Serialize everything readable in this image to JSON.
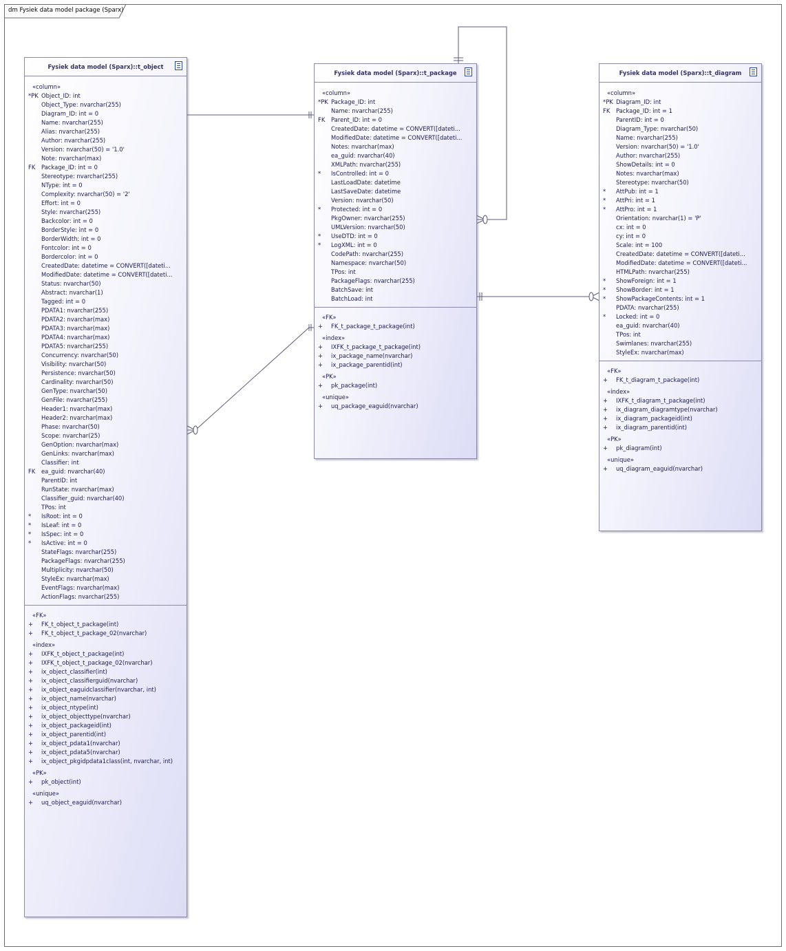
{
  "frame": {
    "title": "dm Fysiek data model package (Sparx)"
  },
  "tables": {
    "t_object": {
      "title": "Fysiek data model (Sparx)::t_object",
      "column_stereotype": "«column»",
      "columns": [
        {
          "m": "*PK",
          "t": "Object_ID: int"
        },
        {
          "m": "",
          "t": "Object_Type: nvarchar(255)"
        },
        {
          "m": "",
          "t": "Diagram_ID: int = 0"
        },
        {
          "m": "",
          "t": "Name: nvarchar(255)"
        },
        {
          "m": "",
          "t": "Alias: nvarchar(255)"
        },
        {
          "m": "",
          "t": "Author: nvarchar(255)"
        },
        {
          "m": "",
          "t": "Version: nvarchar(50) = '1.0'"
        },
        {
          "m": "",
          "t": "Note: nvarchar(max)"
        },
        {
          "m": "FK",
          "t": "Package_ID: int = 0"
        },
        {
          "m": "",
          "t": "Stereotype: nvarchar(255)"
        },
        {
          "m": "",
          "t": "NType: int = 0"
        },
        {
          "m": "",
          "t": "Complexity: nvarchar(50) = '2'"
        },
        {
          "m": "",
          "t": "Effort: int = 0"
        },
        {
          "m": "",
          "t": "Style: nvarchar(255)"
        },
        {
          "m": "",
          "t": "Backcolor: int = 0"
        },
        {
          "m": "",
          "t": "BorderStyle: int = 0"
        },
        {
          "m": "",
          "t": "BorderWidth: int = 0"
        },
        {
          "m": "",
          "t": "Fontcolor: int = 0"
        },
        {
          "m": "",
          "t": "Bordercolor: int = 0"
        },
        {
          "m": "",
          "t": "CreatedDate: datetime = CONVERT([dateti..."
        },
        {
          "m": "",
          "t": "ModifiedDate: datetime = CONVERT([dateti..."
        },
        {
          "m": "",
          "t": "Status: nvarchar(50)"
        },
        {
          "m": "",
          "t": "Abstract: nvarchar(1)"
        },
        {
          "m": "",
          "t": "Tagged: int = 0"
        },
        {
          "m": "",
          "t": "PDATA1: nvarchar(255)"
        },
        {
          "m": "",
          "t": "PDATA2: nvarchar(max)"
        },
        {
          "m": "",
          "t": "PDATA3: nvarchar(max)"
        },
        {
          "m": "",
          "t": "PDATA4: nvarchar(max)"
        },
        {
          "m": "",
          "t": "PDATA5: nvarchar(255)"
        },
        {
          "m": "",
          "t": "Concurrency: nvarchar(50)"
        },
        {
          "m": "",
          "t": "Visibility: nvarchar(50)"
        },
        {
          "m": "",
          "t": "Persistence: nvarchar(50)"
        },
        {
          "m": "",
          "t": "Cardinality: nvarchar(50)"
        },
        {
          "m": "",
          "t": "GenType: nvarchar(50)"
        },
        {
          "m": "",
          "t": "GenFile: nvarchar(255)"
        },
        {
          "m": "",
          "t": "Header1: nvarchar(max)"
        },
        {
          "m": "",
          "t": "Header2: nvarchar(max)"
        },
        {
          "m": "",
          "t": "Phase: nvarchar(50)"
        },
        {
          "m": "",
          "t": "Scope: nvarchar(25)"
        },
        {
          "m": "",
          "t": "GenOption: nvarchar(max)"
        },
        {
          "m": "",
          "t": "GenLinks: nvarchar(max)"
        },
        {
          "m": "",
          "t": "Classifier: int"
        },
        {
          "m": "FK",
          "t": "ea_guid: nvarchar(40)"
        },
        {
          "m": "",
          "t": "ParentID: int"
        },
        {
          "m": "",
          "t": "RunState: nvarchar(max)"
        },
        {
          "m": "",
          "t": "Classifier_guid: nvarchar(40)"
        },
        {
          "m": "",
          "t": "TPos: int"
        },
        {
          "m": "*",
          "t": "IsRoot: int = 0"
        },
        {
          "m": "*",
          "t": "IsLeaf: int = 0"
        },
        {
          "m": "*",
          "t": "IsSpec: int = 0"
        },
        {
          "m": "*",
          "t": "IsActive: int = 0"
        },
        {
          "m": "",
          "t": "StateFlags: nvarchar(255)"
        },
        {
          "m": "",
          "t": "PackageFlags: nvarchar(255)"
        },
        {
          "m": "",
          "t": "Multiplicity: nvarchar(50)"
        },
        {
          "m": "",
          "t": "StyleEx: nvarchar(max)"
        },
        {
          "m": "",
          "t": "EventFlags: nvarchar(max)"
        },
        {
          "m": "",
          "t": "ActionFlags: nvarchar(255)"
        }
      ],
      "operation_groups": [
        {
          "stereotype": "«FK»",
          "items": [
            "FK_t_object_t_package(int)",
            "FK_t_object_t_package_02(nvarchar)"
          ]
        },
        {
          "stereotype": "«index»",
          "items": [
            "IXFK_t_object_t_package(int)",
            "IXFK_t_object_t_package_02(nvarchar)",
            "ix_object_classifier(int)",
            "ix_object_classifierguid(nvarchar)",
            "ix_object_eaguidclassifier(nvarchar, int)",
            "ix_object_name(nvarchar)",
            "ix_object_ntype(int)",
            "ix_object_objecttype(nvarchar)",
            "ix_object_packageid(int)",
            "ix_object_parentid(int)",
            "ix_object_pdata1(nvarchar)",
            "ix_object_pdata5(nvarchar)",
            "ix_object_pkgidpdata1class(int, nvarchar, int)"
          ]
        },
        {
          "stereotype": "«PK»",
          "items": [
            "pk_object(int)"
          ]
        },
        {
          "stereotype": "«unique»",
          "items": [
            "uq_object_eaguid(nvarchar)"
          ]
        }
      ]
    },
    "t_package": {
      "title": "Fysiek data model (Sparx)::t_package",
      "column_stereotype": "«column»",
      "columns": [
        {
          "m": "*PK",
          "t": "Package_ID: int"
        },
        {
          "m": "",
          "t": "Name: nvarchar(255)"
        },
        {
          "m": "FK",
          "t": "Parent_ID: int = 0"
        },
        {
          "m": "",
          "t": "CreatedDate: datetime = CONVERT([dateti..."
        },
        {
          "m": "",
          "t": "ModifiedDate: datetime = CONVERT([dateti..."
        },
        {
          "m": "",
          "t": "Notes: nvarchar(max)"
        },
        {
          "m": "",
          "t": "ea_guid: nvarchar(40)"
        },
        {
          "m": "",
          "t": "XMLPath: nvarchar(255)"
        },
        {
          "m": "*",
          "t": "IsControlled: int = 0"
        },
        {
          "m": "",
          "t": "LastLoadDate: datetime"
        },
        {
          "m": "",
          "t": "LastSaveDate: datetime"
        },
        {
          "m": "",
          "t": "Version: nvarchar(50)"
        },
        {
          "m": "*",
          "t": "Protected: int = 0"
        },
        {
          "m": "",
          "t": "PkgOwner: nvarchar(255)"
        },
        {
          "m": "",
          "t": "UMLVersion: nvarchar(50)"
        },
        {
          "m": "*",
          "t": "UseDTD: int = 0"
        },
        {
          "m": "*",
          "t": "LogXML: int = 0"
        },
        {
          "m": "",
          "t": "CodePath: nvarchar(255)"
        },
        {
          "m": "",
          "t": "Namespace: nvarchar(50)"
        },
        {
          "m": "",
          "t": "TPos: int"
        },
        {
          "m": "",
          "t": "PackageFlags: nvarchar(255)"
        },
        {
          "m": "",
          "t": "BatchSave: int"
        },
        {
          "m": "",
          "t": "BatchLoad: int"
        }
      ],
      "operation_groups": [
        {
          "stereotype": "«FK»",
          "items": [
            "FK_t_package_t_package(int)"
          ]
        },
        {
          "stereotype": "«index»",
          "items": [
            "IXFK_t_package_t_package(int)",
            "ix_package_name(nvarchar)",
            "ix_package_parentid(int)"
          ]
        },
        {
          "stereotype": "«PK»",
          "items": [
            "pk_package(int)"
          ]
        },
        {
          "stereotype": "«unique»",
          "items": [
            "uq_package_eaguid(nvarchar)"
          ]
        }
      ]
    },
    "t_diagram": {
      "title": "Fysiek data model (Sparx)::t_diagram",
      "column_stereotype": "«column»",
      "columns": [
        {
          "m": "*PK",
          "t": "Diagram_ID: int"
        },
        {
          "m": "FK",
          "t": "Package_ID: int = 1"
        },
        {
          "m": "",
          "t": "ParentID: int = 0"
        },
        {
          "m": "",
          "t": "Diagram_Type: nvarchar(50)"
        },
        {
          "m": "",
          "t": "Name: nvarchar(255)"
        },
        {
          "m": "",
          "t": "Version: nvarchar(50) = '1.0'"
        },
        {
          "m": "",
          "t": "Author: nvarchar(255)"
        },
        {
          "m": "",
          "t": "ShowDetails: int = 0"
        },
        {
          "m": "",
          "t": "Notes: nvarchar(max)"
        },
        {
          "m": "",
          "t": "Stereotype: nvarchar(50)"
        },
        {
          "m": "*",
          "t": "AttPub: int = 1"
        },
        {
          "m": "*",
          "t": "AttPri: int = 1"
        },
        {
          "m": "*",
          "t": "AttPro: int = 1"
        },
        {
          "m": "",
          "t": "Orientation: nvarchar(1) = 'P'"
        },
        {
          "m": "",
          "t": "cx: int = 0"
        },
        {
          "m": "",
          "t": "cy: int = 0"
        },
        {
          "m": "",
          "t": "Scale: int = 100"
        },
        {
          "m": "",
          "t": "CreatedDate: datetime = CONVERT([dateti..."
        },
        {
          "m": "",
          "t": "ModifiedDate: datetime = CONVERT([dateti..."
        },
        {
          "m": "",
          "t": "HTMLPath: nvarchar(255)"
        },
        {
          "m": "*",
          "t": "ShowForeign: int = 1"
        },
        {
          "m": "*",
          "t": "ShowBorder: int = 1"
        },
        {
          "m": "*",
          "t": "ShowPackageContents: int = 1"
        },
        {
          "m": "",
          "t": "PDATA: nvarchar(255)"
        },
        {
          "m": "*",
          "t": "Locked: int = 0"
        },
        {
          "m": "",
          "t": "ea_guid: nvarchar(40)"
        },
        {
          "m": "",
          "t": "TPos: int"
        },
        {
          "m": "",
          "t": "Swimlanes: nvarchar(255)"
        },
        {
          "m": "",
          "t": "StyleEx: nvarchar(max)"
        }
      ],
      "operation_groups": [
        {
          "stereotype": "«FK»",
          "items": [
            "FK_t_diagram_t_package(int)"
          ]
        },
        {
          "stereotype": "«index»",
          "items": [
            "IXFK_t_diagram_t_package(int)",
            "ix_diagram_diagramtype(nvarchar)",
            "ix_diagram_packageid(int)",
            "ix_diagram_parentid(int)"
          ]
        },
        {
          "stereotype": "«PK»",
          "items": [
            "pk_diagram(int)"
          ]
        },
        {
          "stereotype": "«unique»",
          "items": [
            "uq_diagram_eaguid(nvarchar)"
          ]
        }
      ]
    }
  },
  "op_marker": "+",
  "colors": {
    "line": "#5a5a78",
    "border": "#8a8aa8",
    "text": "#1a1a55",
    "icon": "#2b4aa8"
  }
}
